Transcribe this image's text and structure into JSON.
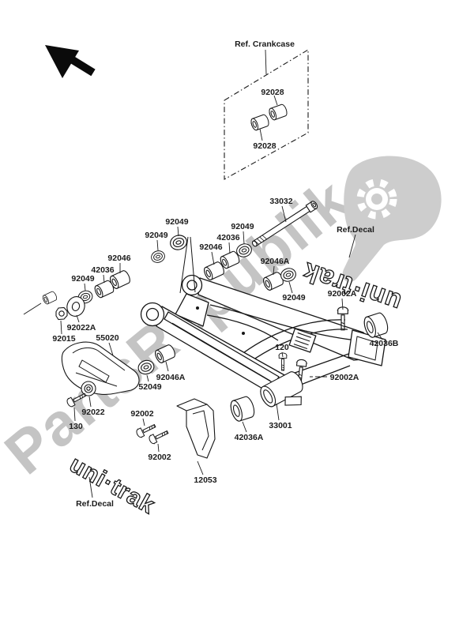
{
  "diagram": {
    "kind": "exploded-parts-diagram (motorcycle swingarm)",
    "background_color": "#ffffff",
    "line_color": "#1b1b1b"
  },
  "watermark": {
    "text": "PartsRepublik",
    "color": "#c4c4c4",
    "gear_icon": "gear-watermark"
  },
  "refs": {
    "crankcase": "Ref. Crankcase",
    "decal_right": "Ref.Decal",
    "decal_bottom": "Ref.Decal"
  },
  "decals": {
    "unitrak_bottom": "uni·trak",
    "unitrak_right": "uni·trak"
  },
  "parts": [
    {
      "label": "92028"
    },
    {
      "label": "92028"
    },
    {
      "label": "33032"
    },
    {
      "label": "92049"
    },
    {
      "label": "92049"
    },
    {
      "label": "92049"
    },
    {
      "label": "42036"
    },
    {
      "label": "92046"
    },
    {
      "label": "92046"
    },
    {
      "label": "42036"
    },
    {
      "label": "92049"
    },
    {
      "label": "92046A"
    },
    {
      "label": "92049"
    },
    {
      "label": "92002A"
    },
    {
      "label": "42036B"
    },
    {
      "label": "92002A"
    },
    {
      "label": "92022A"
    },
    {
      "label": "92015"
    },
    {
      "label": "55020"
    },
    {
      "label": "120"
    },
    {
      "label": "52049"
    },
    {
      "label": "92046A"
    },
    {
      "label": "92022"
    },
    {
      "label": "130"
    },
    {
      "label": "92002"
    },
    {
      "label": "92002"
    },
    {
      "label": "33001"
    },
    {
      "label": "42036A"
    },
    {
      "label": "12053"
    }
  ]
}
